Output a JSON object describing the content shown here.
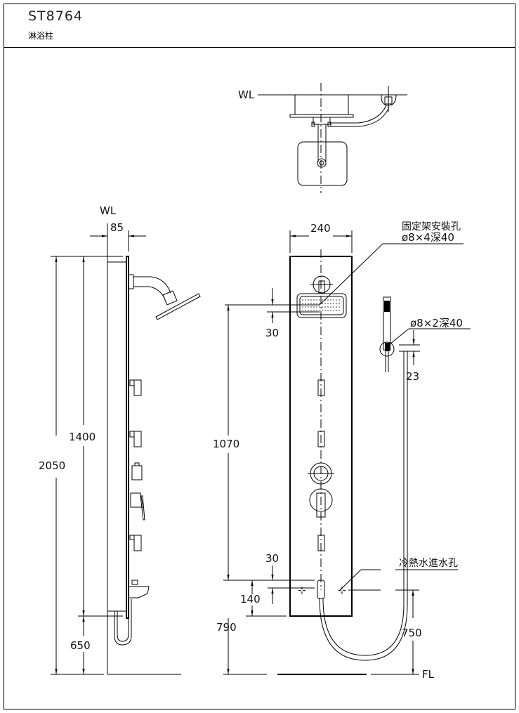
{
  "title_block": {
    "model": "ST8764",
    "product_name": "淋浴柱"
  },
  "top_view": {
    "wall_label": "WL"
  },
  "side_view": {
    "wall_label": "WL",
    "dim_depth": "85",
    "dim_total_height": "2050",
    "dim_upper": "1400",
    "dim_lower": "650"
  },
  "front_view": {
    "dim_width": "240",
    "dim_head_offset": "30",
    "dim_head_to_inlet": "1070",
    "dim_inlet_offset": "30",
    "dim_inlet_to_bottom": "140",
    "dim_inlet_height": "790",
    "callout_bracket_holes_title": "固定架安裝孔",
    "callout_bracket_holes_spec": "ø8×4深40",
    "callout_handshower_holes_spec": "ø8×2深40",
    "dim_handshower_holder": "23",
    "callout_water_inlet": "冷熱水進水孔",
    "dim_inlet_right": "750",
    "floor_label": "FL"
  }
}
